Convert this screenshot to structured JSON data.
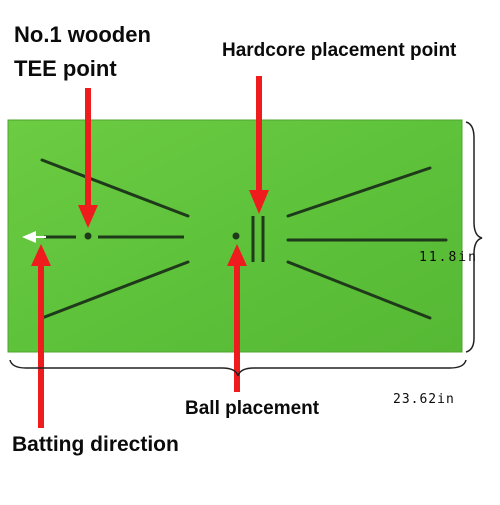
{
  "labels": {
    "tee_line1": "No.1 wooden",
    "tee_line2": "TEE point",
    "hardcore_point": "Hardcore placement point",
    "ball_placement": "Ball placement",
    "batting_direction": "Batting direction",
    "height_dimension": "11.8in",
    "width_dimension": "23.62in"
  },
  "colors": {
    "mat_green": "#5cc43a",
    "mat_light": "#74d24d",
    "line_dark": "#1f3a1a",
    "arrow_red": "#ee1c1c"
  },
  "icons": {
    "direction_arrow": "left-arrow-icon",
    "pointer_arrows": "red-arrow-icon",
    "dimension_braces": "curly-brace-icon"
  }
}
